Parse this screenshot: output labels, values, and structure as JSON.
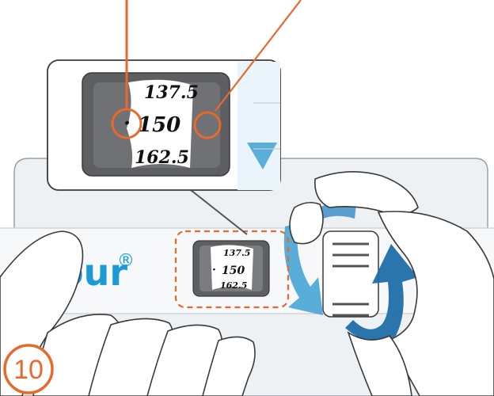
{
  "brand": {
    "text": "ncour",
    "registered": "®"
  },
  "dose_window_zoom": {
    "upper": "137.5",
    "selected": "150",
    "lower": "162.5"
  },
  "dose_window_small": {
    "upper": "137.5",
    "selected": "150",
    "lower": "162.5"
  },
  "step": {
    "number": "10"
  },
  "colors": {
    "accent_orange": "#e8692a",
    "brand_blue": "#1b9ad6",
    "arrow_light_blue": "#4aa6d6",
    "arrow_dark_blue": "#1f6fa8",
    "window_gray": "#5d5f62",
    "outline": "#3a3a3a"
  },
  "icons": [
    "callout-line-pointer",
    "circle-marker",
    "rotate-down-arrow",
    "rotate-up-arrow"
  ]
}
